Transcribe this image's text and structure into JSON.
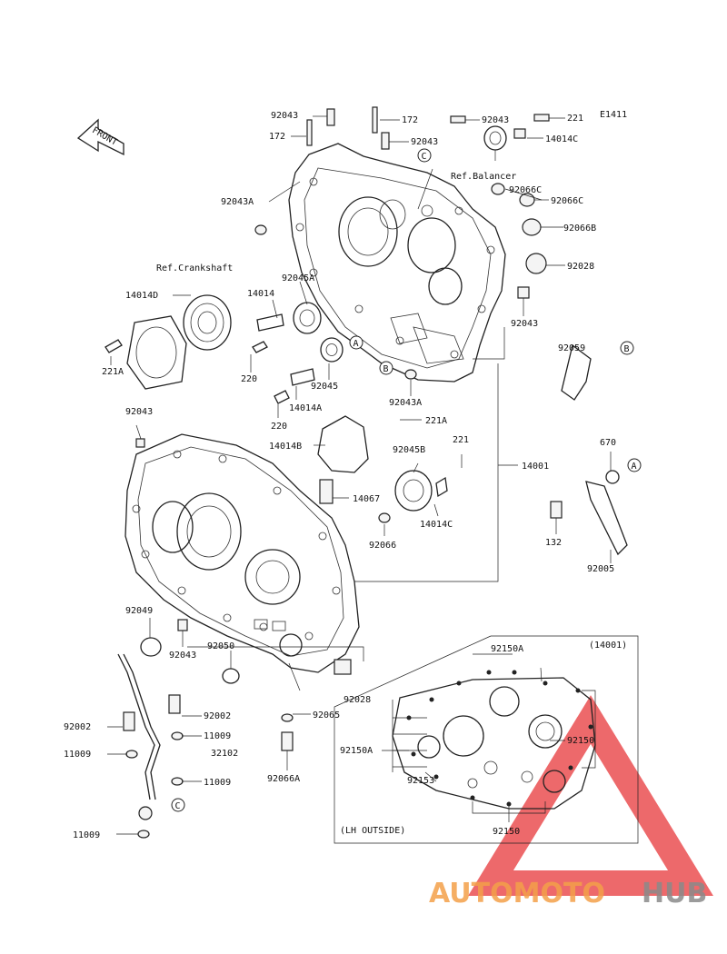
{
  "diagram": {
    "code": "E1411",
    "front_label": "FRONT",
    "ref_balancer": "Ref.Balancer",
    "ref_crankshaft": "Ref.Crankshaft",
    "inset_code": "(14001)",
    "inset_caption": "(LH OUTSIDE)"
  },
  "callouts": {
    "a": "A",
    "b": "B",
    "c": "C"
  },
  "labels": {
    "p92043_top": "92043",
    "p172_top": "172",
    "p92043_top2": "92043",
    "p221_top": "221",
    "p14014c_top": "14014C",
    "p172_left": "172",
    "p92043_mid": "92043",
    "p92043a_top": "92043A",
    "p92066c_1": "92066C",
    "p92066c_2": "92066C",
    "p92066b": "92066B",
    "p92028_right": "92028",
    "p92043_right": "92043",
    "p14014d": "14014D",
    "p14014": "14014",
    "p92045a": "92045A",
    "p221a_left": "221A",
    "p220_1": "220",
    "p92045": "92045",
    "p92059": "92059",
    "p92043a_mid": "92043A",
    "p14014a": "14014A",
    "p220_2": "220",
    "p221a_mid": "221A",
    "p92043_left": "92043",
    "p14014b": "14014B",
    "p92045b": "92045B",
    "p221_mid": "221",
    "p14001": "14001",
    "p670": "670",
    "p14067": "14067",
    "p14014c_mid": "14014C",
    "p92066": "92066",
    "p132": "132",
    "p92005": "92005",
    "p92049": "92049",
    "p92043_low": "92043",
    "p92050": "92050",
    "p92028_low": "92028",
    "p92065": "92065",
    "p92002_a": "92002",
    "p92002_b": "92002",
    "p11009_1": "11009",
    "p32102": "32102",
    "p11009_2": "11009",
    "p11009_3": "11009",
    "p11009_4": "11009",
    "p92066a": "92066A",
    "p92150a_top": "92150A",
    "p92150_right": "92150",
    "p92150a_left": "92150A",
    "p92153": "92153",
    "p92150_bottom": "92150"
  },
  "watermark": {
    "part1": "AUTOMOTO",
    "part2": "HUB",
    "color1": "#F4A04A",
    "color2": "#8A8A8A",
    "triangle_color": "#E8373A"
  }
}
